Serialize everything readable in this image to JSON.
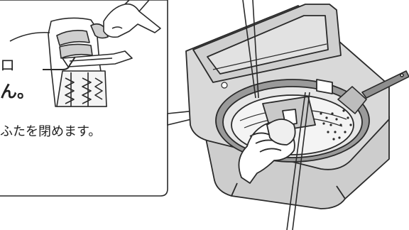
{
  "instruction_text": {
    "label_fragment": "ロ",
    "sentence_end": "ん。",
    "close_lid": "ふたを閉めます。"
  },
  "palette": {
    "line": "#2a2a2a",
    "machine_fill": "#d4d4d4",
    "machine_dark": "#a9a9a9",
    "tub_inner": "#efefef",
    "panel_fill": "#ffffff",
    "callout_fill": "#ffffff"
  },
  "icons": [
    "washing-machine-illustration",
    "hand-icon",
    "brush-icon",
    "lint-filter-icon"
  ]
}
